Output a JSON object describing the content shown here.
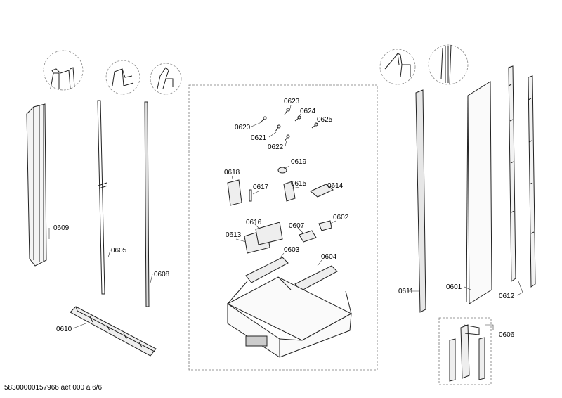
{
  "footer": "58300000157966 aet 000 a 6/6",
  "parts": [
    {
      "id": "p0623",
      "label": "0623"
    },
    {
      "id": "p0624",
      "label": "0624"
    },
    {
      "id": "p0620",
      "label": "0620"
    },
    {
      "id": "p0625",
      "label": "0625"
    },
    {
      "id": "p0621",
      "label": "0621"
    },
    {
      "id": "p0622",
      "label": "0622"
    },
    {
      "id": "p0619",
      "label": "0619"
    },
    {
      "id": "p0618",
      "label": "0618"
    },
    {
      "id": "p0617",
      "label": "0617"
    },
    {
      "id": "p0615",
      "label": "0615"
    },
    {
      "id": "p0614",
      "label": "0614"
    },
    {
      "id": "p0616",
      "label": "0616"
    },
    {
      "id": "p0607",
      "label": "0607"
    },
    {
      "id": "p0602",
      "label": "0602"
    },
    {
      "id": "p0613",
      "label": "0613"
    },
    {
      "id": "p0603",
      "label": "0603"
    },
    {
      "id": "p0604",
      "label": "0604"
    },
    {
      "id": "p0609",
      "label": "0609"
    },
    {
      "id": "p0605",
      "label": "0605"
    },
    {
      "id": "p0608",
      "label": "0608"
    },
    {
      "id": "p0610",
      "label": "0610"
    },
    {
      "id": "p0611",
      "label": "0611"
    },
    {
      "id": "p0601",
      "label": "0601"
    },
    {
      "id": "p0612",
      "label": "0612"
    },
    {
      "id": "p0606",
      "label": "0606"
    }
  ]
}
